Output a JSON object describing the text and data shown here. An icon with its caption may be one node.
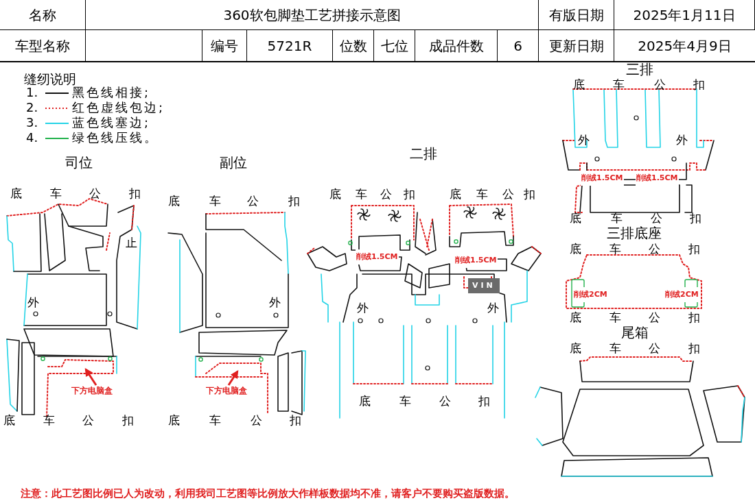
{
  "diagram": {
    "nodes": [
      {
        "text": [
          "下方电脑盒"
        ]
      },
      {
        "text": [
          "下方电脑盒"
        ]
      }
    ],
    "edges": [
      {
        "from": 0,
        "to": null,
        "arrow": "to"
      },
      {
        "from": 1,
        "to": null,
        "arrow": "to"
      }
    ],
    "labels": [
      "名称",
      "360软包脚垫工艺拼接示意图",
      "有版日期",
      "2025年1月11日",
      "车型名称",
      "编号",
      "5721R",
      "位数",
      "七位",
      "成品件数",
      "6",
      "更新日期",
      "2025年4月9日",
      "缝纫说明",
      "1.",
      "2.",
      "3.",
      "4.",
      "司位",
      "副位",
      "二排",
      "三排",
      "三排底座",
      "尾箱",
      "底",
      "车",
      "公",
      "扣",
      "底",
      "车",
      "公",
      "扣",
      "底",
      "车",
      "公",
      "扣",
      "底",
      "车",
      "公",
      "扣",
      "底",
      "车",
      "公",
      "扣",
      "底",
      "车",
      "公",
      "扣",
      "底",
      "车",
      "公",
      "扣",
      "底",
      "车",
      "公",
      "扣",
      "底",
      "车",
      "公",
      "扣",
      "底",
      "车",
      "公",
      "扣",
      "底",
      "车",
      "公",
      "扣",
      "底",
      "车",
      "公",
      "扣",
      "止",
      "外",
      "外",
      "外",
      "外",
      "外",
      "外",
      "削绒1.5CM",
      "削绒1.5CM",
      "VIN",
      "削绒1.5CM",
      "削绒1.5CM",
      "削绒2CM",
      "削绒2CM",
      "注意：此工艺图比例已人为改动，利用我司工艺图等比例放大作样板数据均不准，请客户不要购买盗版数据。"
    ],
    "legend": [
      {
        "text": "黑色线相接;"
      },
      {
        "text": "红色虚线包边;"
      },
      {
        "text": "蓝色线塞边;"
      },
      {
        "text": "绿色线压线。"
      }
    ]
  }
}
